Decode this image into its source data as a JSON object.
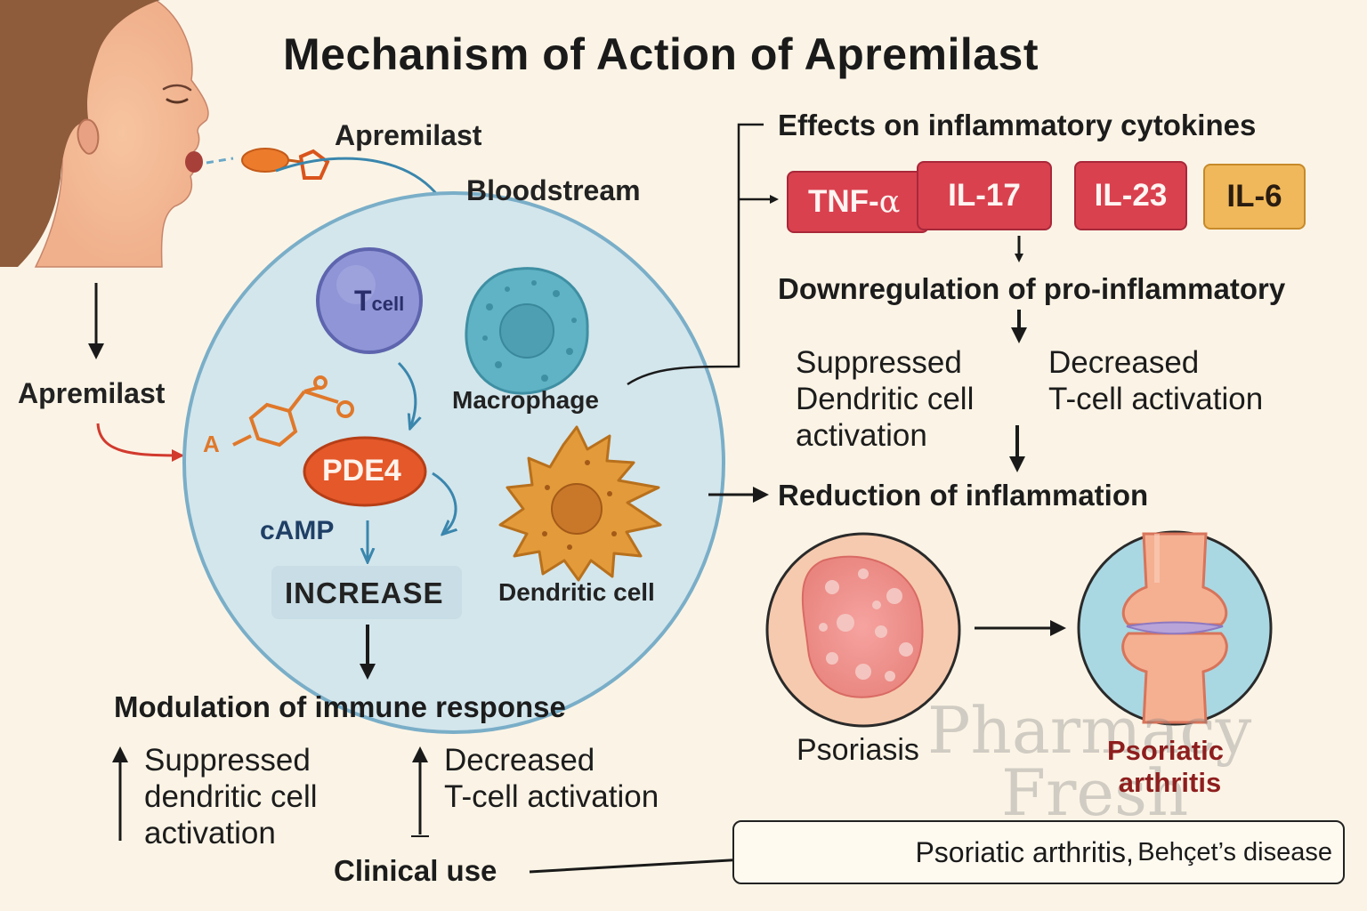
{
  "title": "Mechanism of Action of Apremilast",
  "labels": {
    "apremilast_top": "Apremilast",
    "bloodstream": "Bloodstream",
    "apremilast_left": "Apremilast",
    "t_cell_letter": "T",
    "t_cell_word": "cell",
    "macrophage": "Macrophage",
    "pde4": "PDE4",
    "camp": "cAMP",
    "increase": "INCREASE",
    "dendritic_cell": "Dendritic cell",
    "molecule_a": "A",
    "modulation": "Modulation of immune response",
    "suppressed_left": [
      "Suppressed",
      "dendritic cell",
      "activation"
    ],
    "decreased_left": [
      "Decreased",
      "T-cell activation"
    ],
    "clinical_use": "Clinical use"
  },
  "right_panel": {
    "effects_heading": "Effects on inflammatory cytokines",
    "cytokines": [
      {
        "label": "TNF-",
        "greek": "α",
        "color": "#d9414f"
      },
      {
        "label": "IL-17",
        "color": "#d9414f"
      },
      {
        "label": "IL-23",
        "color": "#d9414f"
      },
      {
        "label": "IL-6",
        "color": "#f0b85a"
      }
    ],
    "downregulation": "Downregulation of pro-inflammatory",
    "suppressed_right": [
      "Suppressed",
      "Dendritic cell",
      "activation"
    ],
    "decreased_right": [
      "Decreased",
      "T-cell activation"
    ],
    "reduction": "Reduction of inflammation",
    "psoriasis": "Psoriasis",
    "psoriatic_arthritis": [
      "Psoriatic",
      "arthritis"
    ]
  },
  "watermark": [
    "Pharmacy",
    "Fresh"
  ],
  "clinical_box": {
    "main": "Psoriatic arthritis,",
    "small": "Behçet’s disease"
  },
  "colors": {
    "background": "#fbf4e6",
    "cell_circle": "#d3e6ec",
    "pde4": "#e4582a",
    "tcell": "#8f95d6",
    "macrophage": "#5fb3c4",
    "dendritic": "#e39a3a",
    "arrow_blue": "#3a86ad",
    "arrow_red": "#d23a2e"
  }
}
